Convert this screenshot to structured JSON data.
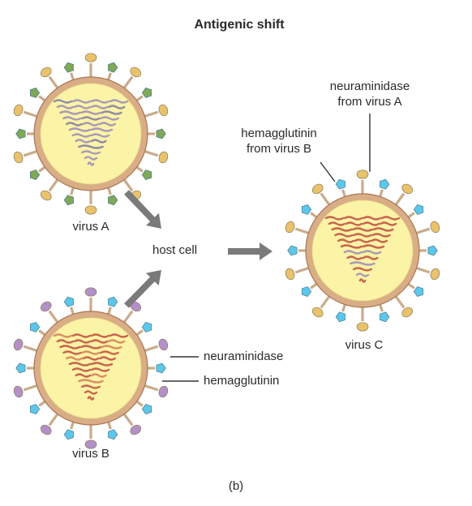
{
  "title": "Antigenic shift",
  "labels": {
    "virus_a": "virus A",
    "virus_b": "virus B",
    "virus_c": "virus C",
    "host_cell": "host cell",
    "neuraminidase": "neuraminidase",
    "hemagglutinin": "hemagglutinin",
    "na_from_a_line1": "neuraminidase",
    "na_from_a_line2": "from virus A",
    "ha_from_b_line1": "hemagglutinin",
    "ha_from_b_line2": "from virus B",
    "panel": "(b)"
  },
  "colors": {
    "virus_interior": "#fbf3a6",
    "envelope": "#d9ad86",
    "envelope_edge": "#a87654",
    "spike_stem": "#c9ab8a",
    "neuraminidase_virus_a": "#e9c26c",
    "hemagglutinin_virus_a": "#7fa857",
    "neuraminidase_virus_b": "#b490c9",
    "hemagglutinin_virus_b": "#5cc7ea",
    "rna_virus_a": "#a89ab8",
    "rna_virus_b": "#c7644e",
    "arrow": "#7a7a7a"
  },
  "icons": {
    "neuraminidase": "oval-spike-icon",
    "hemagglutinin": "pentagon-spike-icon",
    "arrow": "thick-arrow-icon"
  }
}
